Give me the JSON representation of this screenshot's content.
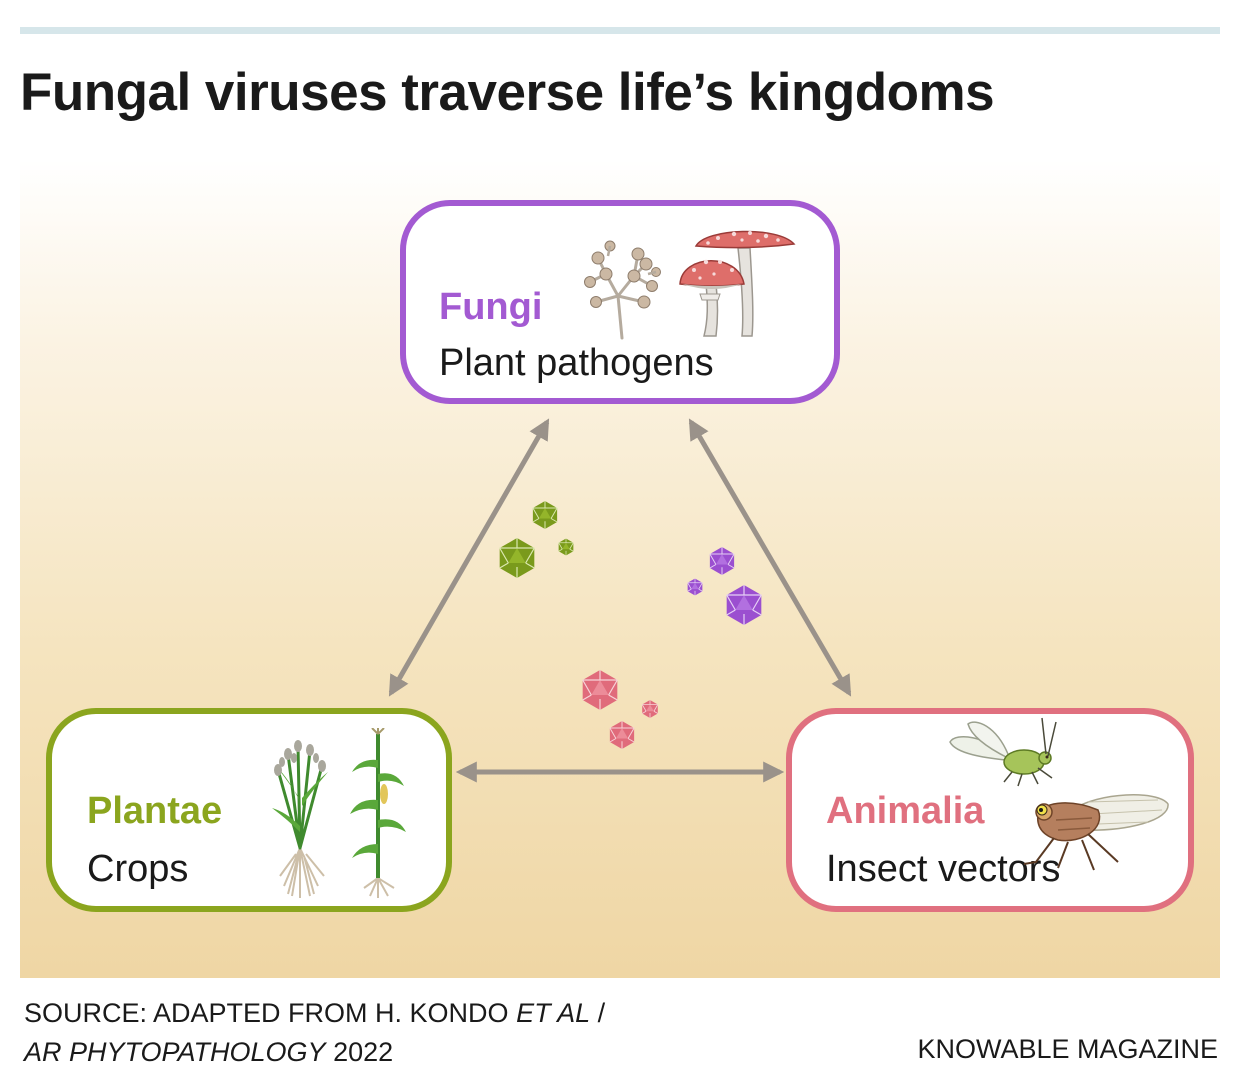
{
  "title": "Fungal viruses traverse life’s kingdoms",
  "kingdoms": {
    "fungi": {
      "name": "Fungi",
      "desc": "Plant pathogens",
      "color": "#a35ad2"
    },
    "plantae": {
      "name": "Plantae",
      "desc": "Crops",
      "color": "#8ba51e"
    },
    "animalia": {
      "name": "Animalia",
      "desc": "Insect vectors",
      "color": "#e0707f"
    }
  },
  "colors": {
    "arrow": "#9a928a",
    "top_rule": "#d6e6ea"
  },
  "icons": [
    "mold-icon",
    "mushroom-icon",
    "rice-plant-icon",
    "corn-plant-icon",
    "aphid-icon",
    "leafhopper-icon",
    "virus-particle-icon"
  ],
  "source": {
    "prefix": "SOURCE: ADAPTED FROM H. KONDO ",
    "etal": "ET AL",
    "sep": " /",
    "journal": "AR PHYTOPATHOLOGY",
    "year": " 2022"
  },
  "credit": "KNOWABLE MAGAZINE"
}
